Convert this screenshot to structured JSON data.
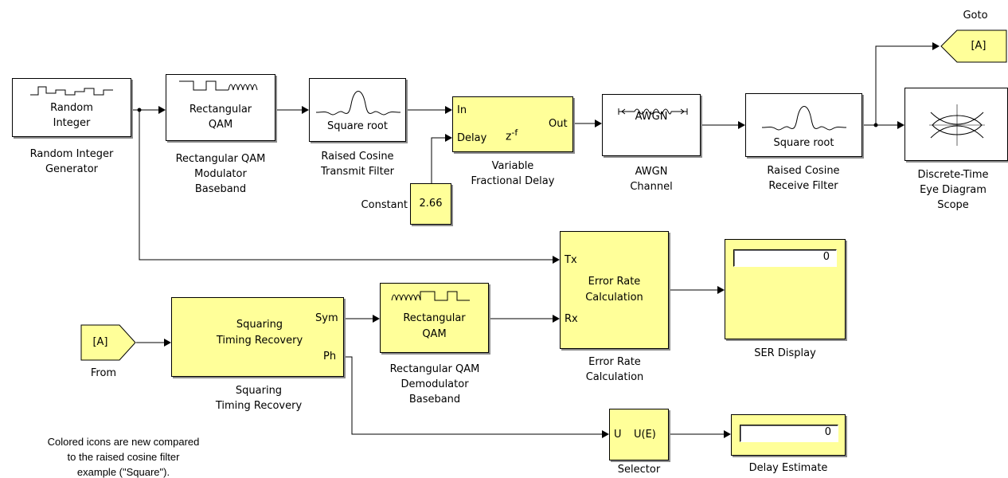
{
  "blocks": {
    "random_integer": {
      "icon_text": [
        "Random",
        "Integer"
      ],
      "label": [
        "Random Integer",
        "Generator"
      ]
    },
    "qam_mod": {
      "icon_text": [
        "Rectangular",
        "QAM"
      ],
      "label": [
        "Rectangular QAM",
        "Modulator",
        "Baseband"
      ]
    },
    "rc_tx": {
      "icon_text": "Square root",
      "label": [
        "Raised Cosine",
        "Transmit Filter"
      ]
    },
    "var_delay": {
      "port_in": "In",
      "port_delay": "Delay",
      "port_out": "Out",
      "expr": "z",
      "expr_sup": "-f",
      "label": [
        "Variable",
        "Fractional Delay"
      ]
    },
    "constant": {
      "value": "2.66",
      "label": "Constant"
    },
    "awgn": {
      "icon_text": "AWGN",
      "label": [
        "AWGN",
        "Channel"
      ]
    },
    "rc_rx": {
      "icon_text": "Square root",
      "label": [
        "Raised Cosine",
        "Receive Filter"
      ]
    },
    "goto": {
      "tag": "[A]",
      "label": "Goto"
    },
    "eye_scope": {
      "label": [
        "Discrete-Time",
        "Eye Diagram",
        "Scope"
      ]
    },
    "error_rate": {
      "port_tx": "Tx",
      "port_rx": "Rx",
      "icon_text": [
        "Error Rate",
        "Calculation"
      ],
      "label": [
        "Error Rate",
        "Calculation"
      ]
    },
    "ser_display": {
      "value": "0",
      "label": "SER Display"
    },
    "from": {
      "tag": "[A]",
      "label": "From"
    },
    "timing": {
      "icon_text": [
        "Squaring",
        "Timing Recovery"
      ],
      "port_sym": "Sym",
      "port_ph": "Ph",
      "label": [
        "Squaring",
        "Timing Recovery"
      ]
    },
    "qam_demod": {
      "icon_text": [
        "Rectangular",
        "QAM"
      ],
      "label": [
        "Rectangular QAM",
        "Demodulator",
        "Baseband"
      ]
    },
    "selector": {
      "port_u": "U",
      "port_ue": "U(E)",
      "label": "Selector"
    },
    "delay_estimate": {
      "value": "0",
      "label": "Delay Estimate"
    }
  },
  "note": [
    "Colored icons are new compared",
    "to the raised cosine filter",
    "example (\"Square\")."
  ]
}
